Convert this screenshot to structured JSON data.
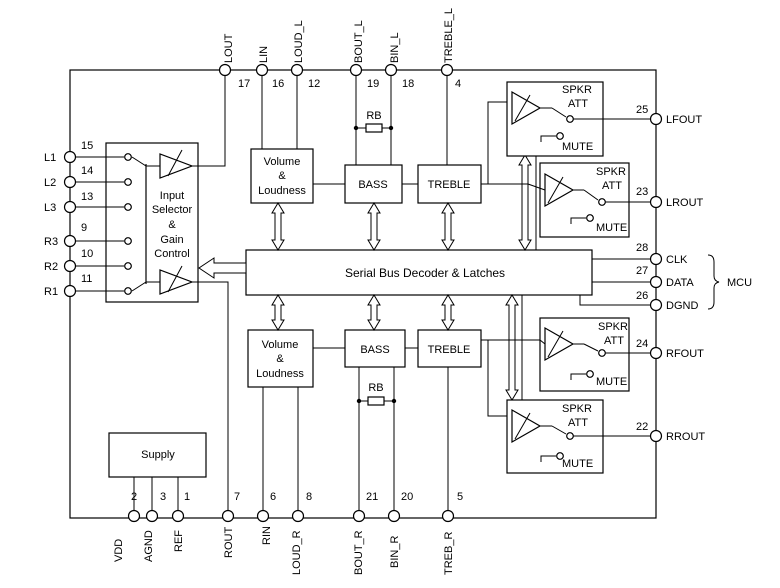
{
  "top_pins": [
    {
      "label": "LOUT",
      "number": "17"
    },
    {
      "label": "LIN",
      "number": "16"
    },
    {
      "label": "LOUD_L",
      "number": "12"
    },
    {
      "label": "BOUT_L",
      "number": "19"
    },
    {
      "label": "BIN_L",
      "number": "18"
    },
    {
      "label": "TREBLE_L",
      "number": "4"
    }
  ],
  "bottom_pins": [
    {
      "label": "VDD",
      "number": "2"
    },
    {
      "label": "AGND",
      "number": "3"
    },
    {
      "label": "REF",
      "number": "1"
    },
    {
      "label": "ROUT",
      "number": "7"
    },
    {
      "label": "RIN",
      "number": "6"
    },
    {
      "label": "LOUD_R",
      "number": "8"
    },
    {
      "label": "BOUT_R",
      "number": "21"
    },
    {
      "label": "BIN_R",
      "number": "20"
    },
    {
      "label": "TREB_R",
      "number": "5"
    }
  ],
  "left_pins": [
    {
      "label": "L1",
      "number": "15"
    },
    {
      "label": "L2",
      "number": "14"
    },
    {
      "label": "L3",
      "number": "13"
    },
    {
      "label": "R3",
      "number": "9"
    },
    {
      "label": "R2",
      "number": "10"
    },
    {
      "label": "R1",
      "number": "11"
    }
  ],
  "right_pins": [
    {
      "label": "LFOUT",
      "number": "25"
    },
    {
      "label": "LROUT",
      "number": "23"
    },
    {
      "label": "CLK",
      "number": "28"
    },
    {
      "label": "DATA",
      "number": "27"
    },
    {
      "label": "DGND",
      "number": "26"
    },
    {
      "label": "RFOUT",
      "number": "24"
    },
    {
      "label": "RROUT",
      "number": "22"
    }
  ],
  "mcu_label": "MCU",
  "blocks": {
    "input_selector": [
      "Input",
      "Selector",
      "&",
      "Gain",
      "Control"
    ],
    "volume_top": [
      "Volume",
      "&",
      "Loudness"
    ],
    "volume_bottom": [
      "Volume",
      "&",
      "Loudness"
    ],
    "bass_top": "BASS",
    "bass_bottom": "BASS",
    "treble_top": "TREBLE",
    "treble_bottom": "TREBLE",
    "serial_bus": "Serial Bus Decoder & Latches",
    "supply": "Supply",
    "rb_top": "RB",
    "rb_bottom": "RB"
  },
  "speaker_blocks": [
    {
      "label_1": "SPKR",
      "label_2": "ATT",
      "mute": "MUTE"
    },
    {
      "label_1": "SPKR",
      "label_2": "ATT",
      "mute": "MUTE"
    },
    {
      "label_1": "SPKR",
      "label_2": "ATT",
      "mute": "MUTE"
    },
    {
      "label_1": "SPKR",
      "label_2": "ATT",
      "mute": "MUTE"
    }
  ]
}
